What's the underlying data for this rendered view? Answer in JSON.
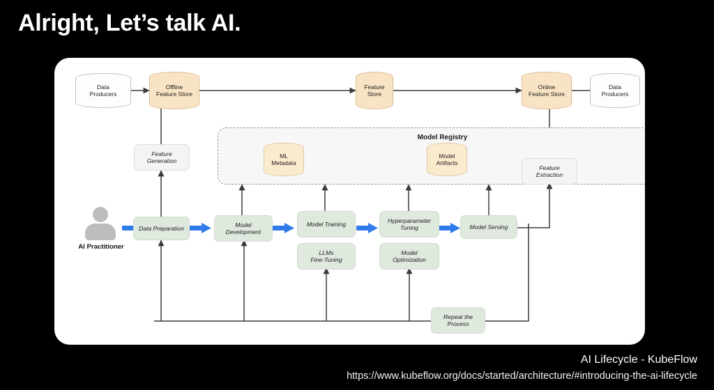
{
  "slide": {
    "title": "Alright, Let’s talk AI.",
    "background_color": "#000000",
    "panel_color": "#ffffff"
  },
  "caption": {
    "title": "AI Lifecycle - KubeFlow",
    "url": "https://www.kubeflow.org/docs/started/architecture/#introducing-the-ai-lifecycle"
  },
  "colors": {
    "orange_store": "#f8e3c4",
    "green_stage": "#dfe9de",
    "grey_stage": "#f4f4f4",
    "blue_arrow": "#2f7bea",
    "wire": "#3a3a3a",
    "registry_border": "#9a9a9a"
  },
  "actor": {
    "label": "AI Practitioner",
    "icon": "person-icon"
  },
  "registry": {
    "title": "Model Registry",
    "nodes": [
      {
        "id": "ml-metadata",
        "label": "ML\nMetadata",
        "shape": "cylinder",
        "color": "#faeace"
      },
      {
        "id": "model-artifacts",
        "label": "Model\nArtifacts",
        "shape": "cylinder",
        "color": "#faeace"
      }
    ]
  },
  "stores": [
    {
      "id": "data-producers-left",
      "label": "Data\nProducers",
      "shape": "cylinder",
      "color": "#fdfdfd"
    },
    {
      "id": "offline-feature-store",
      "label": "Offline\nFeature Store",
      "shape": "cylinder",
      "color": "#f8e3c4"
    },
    {
      "id": "feature-store",
      "label": "Feature\nStore",
      "shape": "cylinder",
      "color": "#f8e3c4"
    },
    {
      "id": "online-feature-store",
      "label": "Online\nFeature Store",
      "shape": "cylinder",
      "color": "#f8e3c4"
    },
    {
      "id": "data-producers-right",
      "label": "Data\nProducers",
      "shape": "cylinder",
      "color": "#fdfdfd"
    }
  ],
  "support_nodes": [
    {
      "id": "feature-generation",
      "label": "Feature\nGeneration",
      "shape": "rounded-rect",
      "color": "#f4f4f4"
    },
    {
      "id": "feature-extraction",
      "label": "Feature\nExtraction",
      "shape": "rounded-rect",
      "color": "#f4f4f4"
    }
  ],
  "pipeline": [
    {
      "id": "data-preparation",
      "label": "Data Preparation",
      "shape": "rounded-rect",
      "color": "#dfe9de"
    },
    {
      "id": "model-development",
      "label": "Model\nDevelopment",
      "shape": "rounded-rect",
      "color": "#dfe9de"
    },
    {
      "id": "model-training",
      "label": "Model Training",
      "shape": "rounded-rect",
      "color": "#dfe9de"
    },
    {
      "id": "llms-fine-tuning",
      "label": "LLMs\nFine-Tuning",
      "shape": "rounded-rect",
      "color": "#dfe9de"
    },
    {
      "id": "hyperparameter-tuning",
      "label": "Hyperparameter\nTuning",
      "shape": "rounded-rect",
      "color": "#dfe9de"
    },
    {
      "id": "model-optimization",
      "label": "Model\nOptimization",
      "shape": "rounded-rect",
      "color": "#dfe9de"
    },
    {
      "id": "model-serving",
      "label": "Model Serving",
      "shape": "rounded-rect",
      "color": "#dfe9de"
    },
    {
      "id": "repeat-the-process",
      "label": "Repeat the\nProcess",
      "shape": "rounded-rect",
      "color": "#dfe9de"
    }
  ],
  "flows": [
    {
      "from": "data-producers-left",
      "to": "offline-feature-store",
      "style": "solid"
    },
    {
      "from": "offline-feature-store",
      "to": "feature-store",
      "style": "solid"
    },
    {
      "from": "feature-store",
      "to": "online-feature-store",
      "style": "solid"
    },
    {
      "from": "data-producers-right",
      "to": "online-feature-store",
      "style": "solid"
    },
    {
      "from": "data-preparation",
      "to": "feature-generation",
      "style": "solid"
    },
    {
      "from": "feature-generation",
      "to": "offline-feature-store",
      "style": "solid"
    },
    {
      "from": "ai-practitioner",
      "to": "data-preparation",
      "style": "blue-arrow"
    },
    {
      "from": "data-preparation",
      "to": "model-development",
      "style": "blue-arrow"
    },
    {
      "from": "model-development",
      "to": "model-training",
      "style": "blue-arrow"
    },
    {
      "from": "model-training",
      "to": "hyperparameter-tuning",
      "style": "blue-arrow"
    },
    {
      "from": "hyperparameter-tuning",
      "to": "model-serving",
      "style": "blue-arrow"
    },
    {
      "from": "model-development",
      "to": "model-registry",
      "style": "solid"
    },
    {
      "from": "model-training",
      "to": "model-registry",
      "style": "solid"
    },
    {
      "from": "hyperparameter-tuning",
      "to": "model-registry",
      "style": "solid"
    },
    {
      "from": "model-serving",
      "to": "model-registry",
      "style": "solid"
    },
    {
      "from": "ml-metadata",
      "to": "model-registry-in",
      "style": "solid"
    },
    {
      "from": "model-serving",
      "to": "feature-extraction",
      "style": "solid"
    },
    {
      "from": "feature-extraction",
      "to": "online-feature-store",
      "style": "solid"
    },
    {
      "from": "model-serving",
      "to": "repeat-the-process",
      "style": "solid"
    },
    {
      "from": "repeat-the-process",
      "to": "data-preparation",
      "style": "solid"
    },
    {
      "from": "repeat-the-process",
      "to": "model-development",
      "style": "solid"
    },
    {
      "from": "repeat-the-process",
      "to": "llms-fine-tuning",
      "style": "solid"
    },
    {
      "from": "repeat-the-process",
      "to": "model-optimization",
      "style": "solid"
    }
  ]
}
